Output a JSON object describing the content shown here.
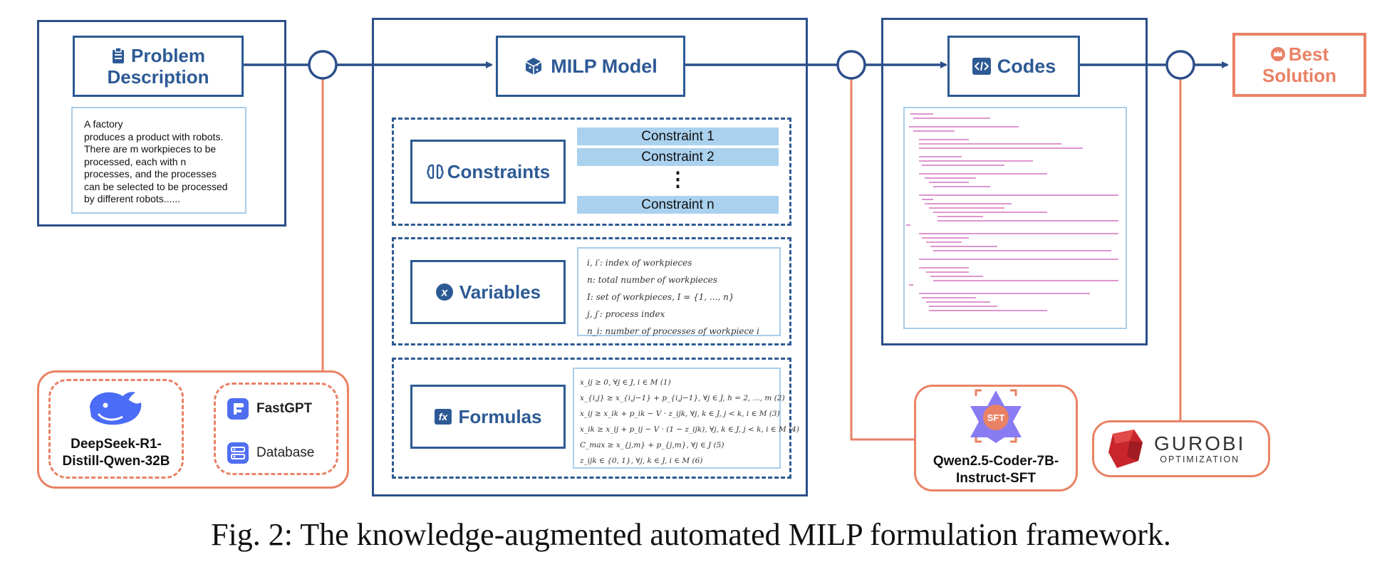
{
  "problem": {
    "title_line1": "Problem",
    "title_line2": "Description",
    "text_lines": [
      "A factory",
      "produces a product with robots.",
      "There are m workpieces to be",
      "processed, each with n",
      "processes, and the processes",
      "can be selected to be processed",
      "by different robots......"
    ]
  },
  "milp": {
    "title": "MILP Model",
    "constraints": {
      "label": "Constraints",
      "items": [
        "Constraint 1",
        "Constraint 2",
        "⋮",
        "Constraint n"
      ]
    },
    "variables": {
      "label": "Variables",
      "lines": [
        "i, i′:  index of workpieces",
        "n:  total number of workpieces",
        "I:  set of workpieces, I = {1, ..., n}",
        "j, j′:  process index",
        "n_i:  number of processes of workpiece  i"
      ]
    },
    "formulas": {
      "label": "Formulas",
      "lines": [
        "x_ij ≥ 0,   ∀j ∈ J, i ∈ M    (1)",
        "x_{i,j} ≥ x_{i,j−1} + p_{i,j−1},   ∀j ∈ J, h = 2, ..., m   (2)",
        "x_ij ≥ x_ik + p_ik − V · z_ijk,   ∀j, k ∈ J, j < k, i ∈ M   (3)",
        "x_ik ≥ x_ij + p_ij − V · (1 − z_ijk),   ∀j, k ∈ J, j < k, i ∈ M   (4)",
        "C_max ≥ x_{j,m} + p_{j,m},   ∀j ∈ J   (5)",
        "z_ijk ∈ {0, 1},   ∀j, k ∈ J, i ∈ M   (6)"
      ]
    }
  },
  "codes": {
    "title": "Codes"
  },
  "best_solution": {
    "line1": "Best",
    "line2": "Solution"
  },
  "knowledge": {
    "model_name_line1": "DeepSeek-R1-",
    "model_name_line2": "Distill-Qwen-32B",
    "fastgpt": "FastGPT",
    "database": "Database"
  },
  "coder": {
    "name_line1": "Qwen2.5-Coder-7B-",
    "name_line2": "Instruct-SFT",
    "badge": "SFT"
  },
  "gurobi": {
    "name": "GUROBI",
    "sub": "OPTIMIZATION"
  },
  "caption": "Fig. 2: The knowledge-augmented automated MILP formulation framework.",
  "colors": {
    "navy": "#2c4f8a",
    "blue_text": "#2d5a95",
    "orange": "#e98265",
    "light_blue": "#aad1ee",
    "code_magenta": "#c03aa8"
  },
  "icons": [
    "clipboard-icon",
    "cube-icon",
    "brain-icon",
    "variable-x-icon",
    "function-fx-icon",
    "code-icon",
    "crown-icon",
    "whale-icon",
    "fastgpt-icon",
    "database-icon",
    "sft-star-icon",
    "gurobi-logo-icon"
  ]
}
